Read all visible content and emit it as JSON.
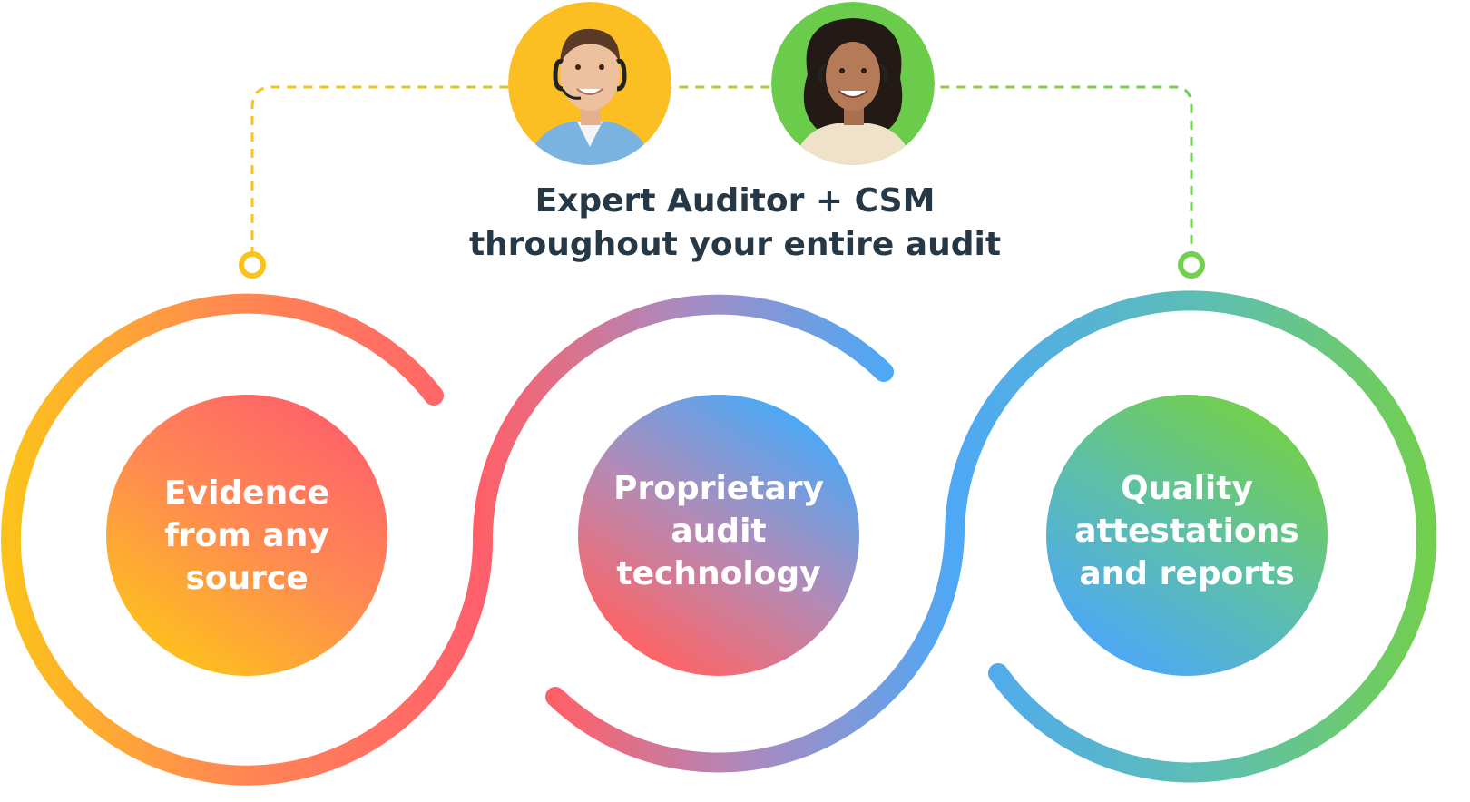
{
  "heading": {
    "line1": "Expert Auditor + CSM",
    "line2": "throughout your entire audit"
  },
  "avatars": [
    {
      "name": "auditor-avatar",
      "background": "#FBBF24"
    },
    {
      "name": "csm-avatar",
      "background": "#6BCB4A"
    }
  ],
  "stages": [
    {
      "lines": [
        "Evidence",
        "from any",
        "source"
      ],
      "gradient": [
        "#FCC21B",
        "#FF6B6B"
      ]
    },
    {
      "lines": [
        "Proprietary",
        "audit",
        "technology"
      ],
      "gradient": [
        "#FF6464",
        "#4EA8F5"
      ]
    },
    {
      "lines": [
        "Quality",
        "attestations",
        "and reports"
      ],
      "gradient": [
        "#4EA8F5",
        "#72CF4F"
      ]
    }
  ],
  "colors": {
    "yellow": "#FCC21B",
    "coral": "#FF6464",
    "blue": "#4EA8F5",
    "green": "#72CF4F",
    "heading_text": "#263845"
  }
}
